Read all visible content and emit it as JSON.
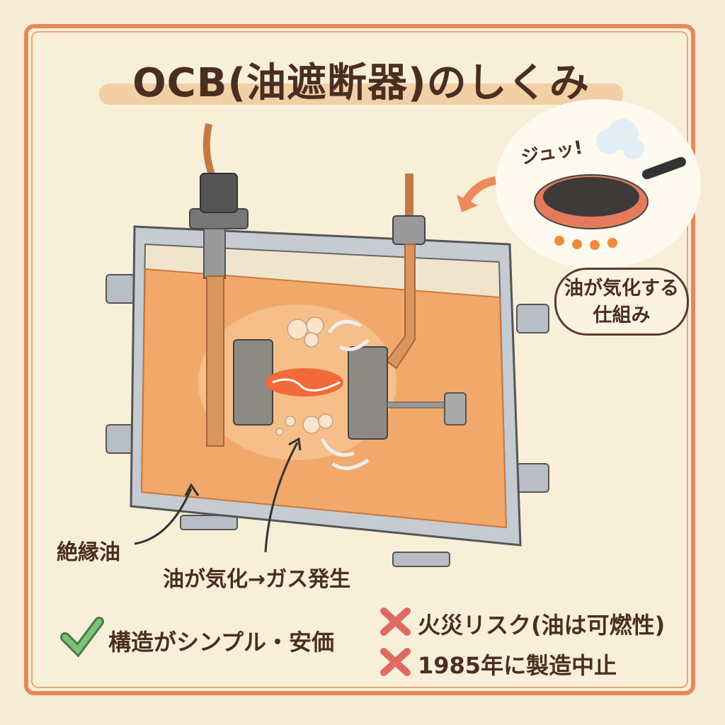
{
  "title": "OCB(油遮断器)のしくみ",
  "inset": {
    "sound": "ジュッ!",
    "caption_line1": "油が気化する",
    "caption_line2": "仕組み"
  },
  "labels": {
    "insulating_oil": "絶縁油",
    "gasification": "油が気化→ガス発生"
  },
  "pros": [
    {
      "icon": "check-icon",
      "text": "構造がシンプル・安価"
    }
  ],
  "cons": [
    {
      "icon": "cross-icon",
      "text": "火災リスク(油は可燃性)"
    },
    {
      "icon": "cross-icon",
      "text": "1985年に製造中止"
    }
  ],
  "colors": {
    "frame": "#e58a55",
    "oil": "#f2a86a",
    "check": "#6ab36a",
    "cross": "#e06a62",
    "text": "#4a2e22"
  }
}
